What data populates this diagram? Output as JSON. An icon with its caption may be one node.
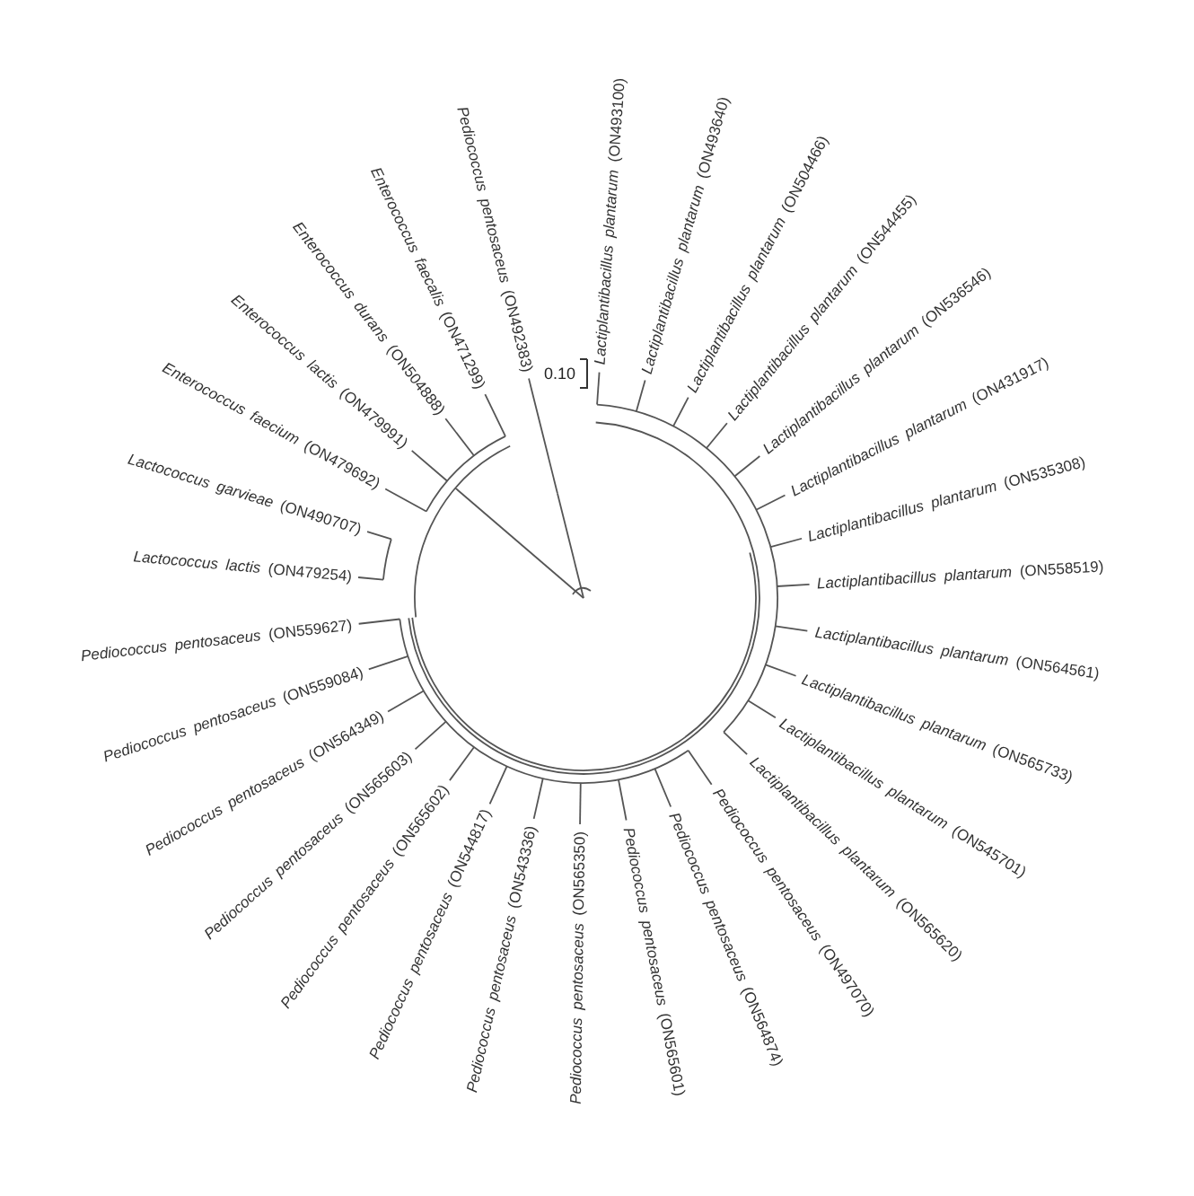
{
  "diagram": {
    "labels": [
      "0.10",
      "*Lactiplantibacillus plantarum* (ON493100)",
      "*Lactiplantibacillus plantarum* (ON493640)",
      "*Lactiplantibacillus plantarum* (ON504466)",
      "*Lactiplantibacillus plantarum* (ON544455)",
      "*Lactiplantibacillus plantarum* (ON536546)",
      "*Lactiplantibacillus plantarum* (ON431917)",
      "*Lactiplantibacillus plantarum* (ON535308)",
      "*Lactiplantibacillus plantarum* (ON558519)",
      "*Lactiplantibacillus plantarum* (ON564561)",
      "*Lactiplantibacillus plantarum* (ON565733)",
      "*Lactiplantibacillus plantarum* (ON545701)",
      "*Lactiplantibacillus plantarum* (ON565620)",
      "*Pediococcus pentosaceus* (ON559627)",
      "*Pediococcus pentosaceus* (ON559084)",
      "*Pediococcus pentosaceus* (ON564349)",
      "*Pediococcus pentosaceus* (ON565603)",
      "*Pediococcus pentosaceus* (ON565602)",
      "*Pediococcus pentosaceus* (ON544817)",
      "*Pediococcus pentosaceus* (ON543336)",
      "*Pediococcus pentosaceus* (ON565350)",
      "*Pediococcus pentosaceus* (ON565601)",
      "*Pediococcus pentosaceus* (ON564874)",
      "*Pediococcus pentosaceus* (ON497070)",
      "*Lactococcus lactis* (ON479254)",
      "*Lactococcus garvieae* (ON490707)",
      "*Enterococcus faecium* (ON479692)",
      "*Enterococcus lactis* (ON479991)",
      "*Enterococcus durans* (ON504888)",
      "*Enterococcus faecalis* (ON471299)",
      "*Pediococcus pentosaceus* (ON492383)"
    ]
  }
}
